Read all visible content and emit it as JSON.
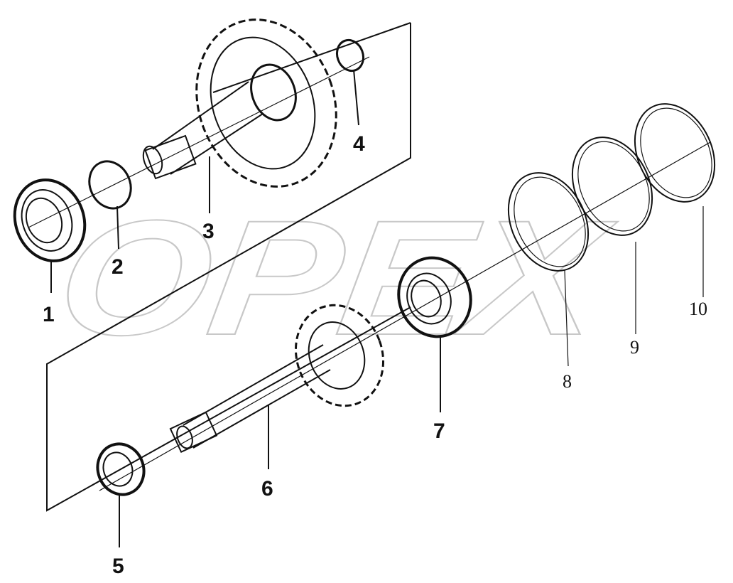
{
  "watermark": "OPEX",
  "callouts": [
    "1",
    "2",
    "3",
    "4",
    "5",
    "6",
    "7",
    "8",
    "9",
    "10"
  ],
  "colors": {
    "ink": "#111111",
    "watermark": "#c8c8c8",
    "background": "#ffffff"
  }
}
